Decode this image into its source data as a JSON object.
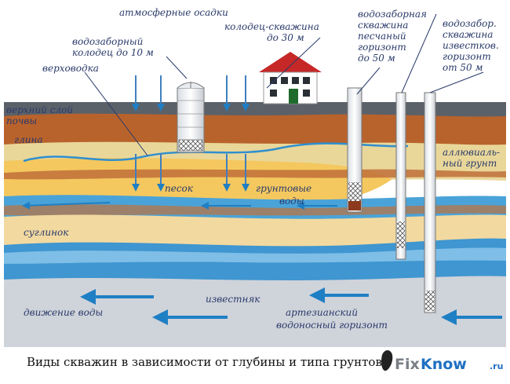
{
  "labels": {
    "precipitation": "атмосферные осадки",
    "well_10_line1": "водозаборный",
    "well_10_line2": "колодец до 10 м",
    "verkhovodka": "верховодка",
    "well_30_line1": "колодец-скважина",
    "well_30_line2": "до 30 м",
    "sand_well_line1": "водозаборная",
    "sand_well_line2": "скважина",
    "sand_well_line3": "песчаный",
    "sand_well_line4": "горизонт",
    "sand_well_line5": "до 50 м",
    "lime_well_line1": "водозабор.",
    "lime_well_line2": "скважина",
    "lime_well_line3": "известков.",
    "lime_well_line4": "горизонт",
    "lime_well_line5": "от 50 м",
    "topsoil_line1": "верхний слой",
    "topsoil_line2": "почвы",
    "clay": "глина",
    "alluvial_line1": "аллювиаль-",
    "alluvial_line2": "ный грунт",
    "sand": "песок",
    "groundwater_line1": "грунтовые",
    "groundwater_line2": "воды",
    "loam": "суглинок",
    "limestone": "известняк",
    "water_movement": "движение воды",
    "artesian_line1": "артезианский",
    "artesian_line2": "водоносный горизонт"
  },
  "caption": "Виды скважин в зависимости от  глубины и типа грунтов",
  "watermark": {
    "part1": "Fix",
    "part2": "Know",
    "suffix": ".ru"
  },
  "colors": {
    "sky": "#ffffff",
    "topsoil": "#5a6068",
    "clay": "#b5612a",
    "sand": "#f3cf7e",
    "water_blue": "#4aa3d8",
    "loam": "#f2d9a0",
    "limestone": "#c9cdd4",
    "arrow": "#1f7fc4",
    "house_roof": "#c62828"
  }
}
